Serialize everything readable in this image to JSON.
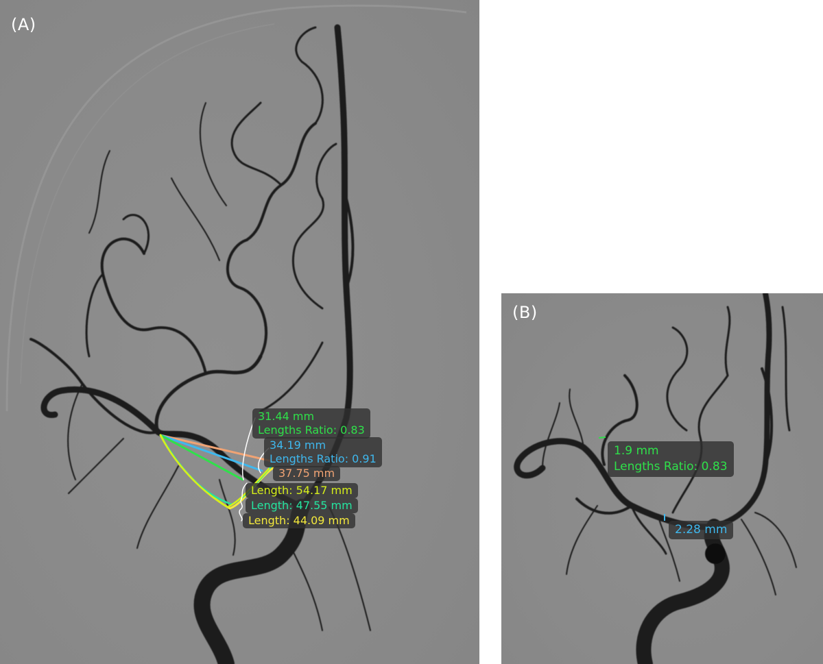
{
  "panels": {
    "a": {
      "label": "(A)"
    },
    "b": {
      "label": "(B)"
    }
  },
  "colors": {
    "green": "#2fe14a",
    "blue": "#3fb8ee",
    "orange": "#f0a374",
    "yellow_green": "#d6ef1a",
    "teal_green": "#25e5a0",
    "yellow": "#f4e93c",
    "white": "#ffffff"
  },
  "annotations_a": {
    "m1": {
      "value": "31.44 mm",
      "ratio": "Lengths Ratio: 0.83"
    },
    "m2": {
      "value": "34.19 mm",
      "ratio": "Lengths Ratio: 0.91"
    },
    "m3": {
      "value": "37.75 mm"
    },
    "len1": "Length: 54.17 mm",
    "len2": "Length: 47.55 mm",
    "len3": "Length: 44.09 mm"
  },
  "annotations_b": {
    "m1": {
      "value": "1.9 mm",
      "ratio": "Lengths Ratio: 0.83"
    },
    "m2": {
      "value": "2.28 mm"
    }
  }
}
